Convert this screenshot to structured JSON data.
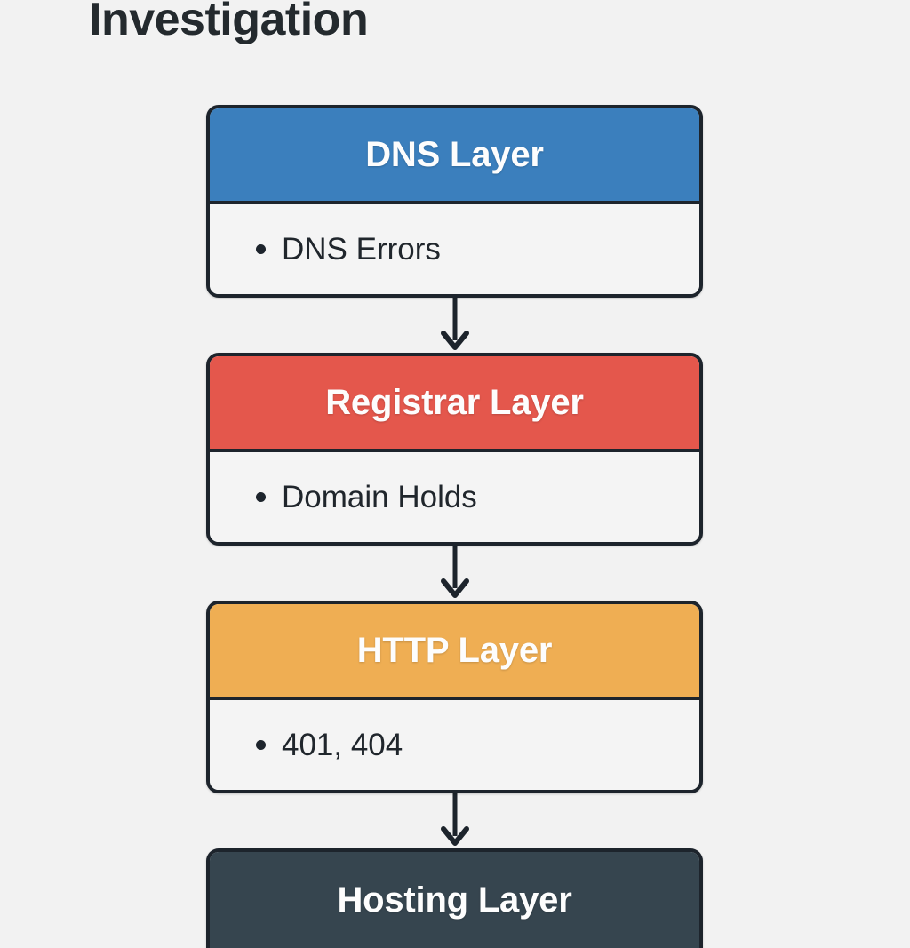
{
  "page": {
    "title": "Investigation",
    "background_color": "#f2f2f2",
    "border_color": "#1d242c",
    "body_background": "#f4f4f4",
    "header_text_color": "#fdfdfd",
    "body_text_color": "#20262c"
  },
  "diagram": {
    "type": "vertical-flowchart",
    "connector_icon": "arrow-down-icon",
    "nodes": [
      {
        "id": "dns-layer",
        "title": "DNS Layer",
        "color": "#3b7fbd",
        "items": [
          "DNS Errors"
        ]
      },
      {
        "id": "registrar-layer",
        "title": "Registrar Layer",
        "color": "#e4574c",
        "items": [
          "Domain Holds"
        ]
      },
      {
        "id": "http-layer",
        "title": "HTTP Layer",
        "color": "#efae53",
        "items": [
          "401, 404"
        ]
      },
      {
        "id": "hosting-layer",
        "title": "Hosting Layer",
        "color": "#36454f",
        "items": []
      }
    ]
  }
}
